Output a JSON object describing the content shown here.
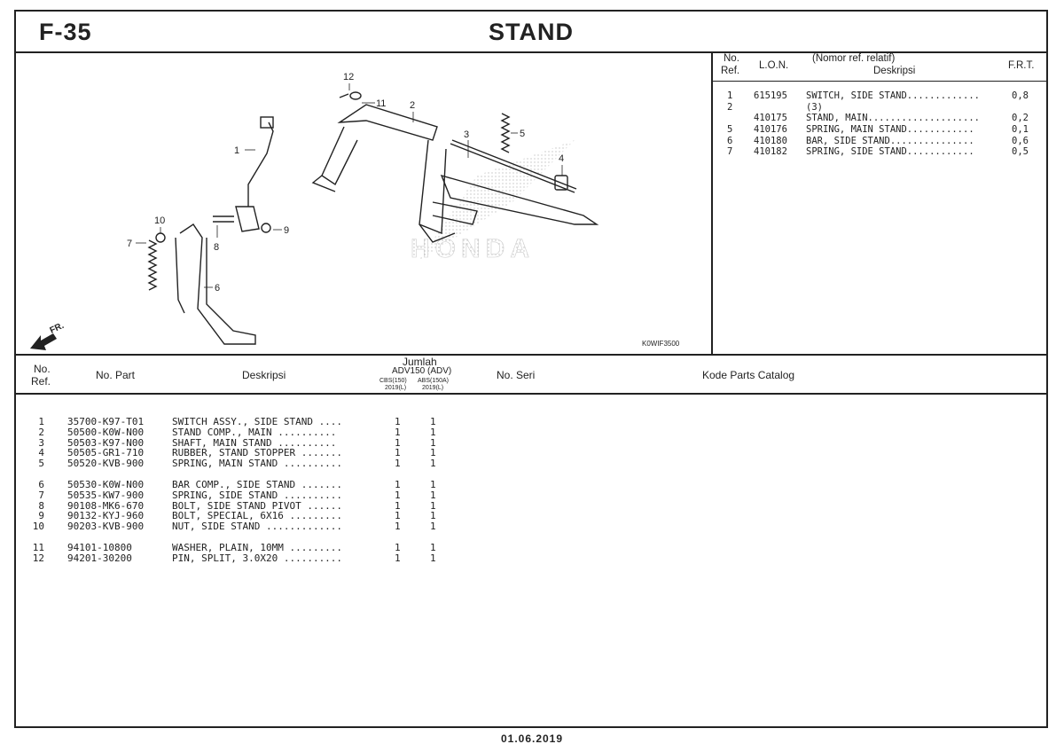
{
  "header": {
    "code": "F-35",
    "title": "STAND"
  },
  "diagram": {
    "callouts": [
      "1",
      "2",
      "3",
      "4",
      "5",
      "6",
      "7",
      "8",
      "9",
      "10",
      "11",
      "12"
    ],
    "image_code": "K0WIF3500",
    "direction_label": "FR.",
    "watermark": "HONDA"
  },
  "ref_panel": {
    "col_no": "No.",
    "col_ref": "Ref.",
    "col_lon": "L.O.N.",
    "col_desc_1": "(Nomor ref. relatif)",
    "col_desc_2": "Deskripsi",
    "col_frt": "F.R.T.",
    "rows": [
      {
        "ref": "1",
        "lon": "615195",
        "desc": "SWITCH, SIDE STAND.............",
        "frt": "0,8"
      },
      {
        "ref": "2",
        "lon": "",
        "desc": "(3)",
        "frt": ""
      },
      {
        "ref": "",
        "lon": "410175",
        "desc": "STAND, MAIN....................",
        "frt": "0,2"
      },
      {
        "ref": "5",
        "lon": "410176",
        "desc": "SPRING, MAIN STAND............",
        "frt": "0,1"
      },
      {
        "ref": "6",
        "lon": "410180",
        "desc": "BAR, SIDE STAND...............",
        "frt": "0,6"
      },
      {
        "ref": "7",
        "lon": "410182",
        "desc": "SPRING, SIDE STAND............",
        "frt": "0,5"
      }
    ]
  },
  "parts_table": {
    "col_no": "No.",
    "col_ref": "Ref.",
    "col_part": "No. Part",
    "col_desc": "Deskripsi",
    "col_qty_title": "Jumlah",
    "col_qty_model": "ADV150 (ADV)",
    "col_qty_a1": "CBS(150)",
    "col_qty_a2": "2019(L)",
    "col_qty_b1": "ABS(150A)",
    "col_qty_b2": "2019(L)",
    "col_serial": "No. Seri",
    "col_catalog": "Kode Parts Catalog",
    "rows": [
      {
        "ref": "1",
        "part": "35700-K97-T01",
        "desc": "SWITCH ASSY., SIDE STAND ....",
        "q1": "1",
        "q2": "1"
      },
      {
        "ref": "2",
        "part": "50500-K0W-N00",
        "desc": "STAND COMP., MAIN ..........",
        "q1": "1",
        "q2": "1"
      },
      {
        "ref": "3",
        "part": "50503-K97-N00",
        "desc": "SHAFT, MAIN STAND ..........",
        "q1": "1",
        "q2": "1"
      },
      {
        "ref": "4",
        "part": "50505-GR1-710",
        "desc": "RUBBER, STAND STOPPER .......",
        "q1": "1",
        "q2": "1"
      },
      {
        "ref": "5",
        "part": "50520-KVB-900",
        "desc": "SPRING, MAIN STAND ..........",
        "q1": "1",
        "q2": "1"
      },
      {
        "ref": "6",
        "part": "50530-K0W-N00",
        "desc": "BAR COMP., SIDE STAND .......",
        "q1": "1",
        "q2": "1"
      },
      {
        "ref": "7",
        "part": "50535-KW7-900",
        "desc": "SPRING, SIDE STAND ..........",
        "q1": "1",
        "q2": "1"
      },
      {
        "ref": "8",
        "part": "90108-MK6-670",
        "desc": "BOLT, SIDE STAND PIVOT ......",
        "q1": "1",
        "q2": "1"
      },
      {
        "ref": "9",
        "part": "90132-KYJ-960",
        "desc": "BOLT, SPECIAL, 6X16 .........",
        "q1": "1",
        "q2": "1"
      },
      {
        "ref": "10",
        "part": "90203-KVB-900",
        "desc": "NUT, SIDE STAND .............",
        "q1": "1",
        "q2": "1"
      },
      {
        "ref": "11",
        "part": "94101-10800",
        "desc": "WASHER, PLAIN, 10MM .........",
        "q1": "1",
        "q2": "1"
      },
      {
        "ref": "12",
        "part": "94201-30200",
        "desc": "PIN, SPLIT, 3.0X20 ..........",
        "q1": "1",
        "q2": "1"
      }
    ]
  },
  "footer": {
    "date": "01.06.2019"
  }
}
